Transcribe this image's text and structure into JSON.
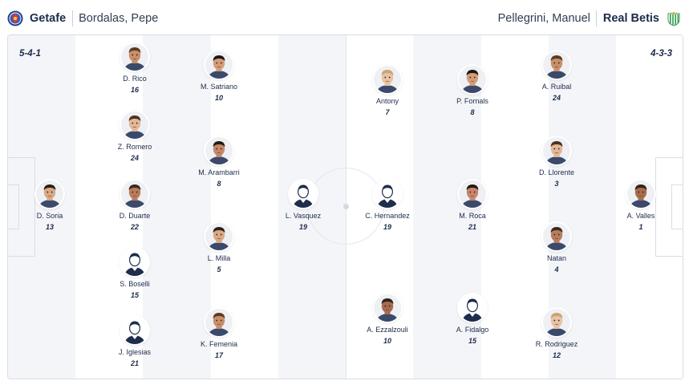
{
  "home": {
    "team": "Getafe",
    "coach": "Bordalas, Pepe",
    "formation": "5-4-1",
    "crest_icon": "getafe-crest-icon",
    "players": [
      {
        "name": "D. Soria",
        "number": "13",
        "avatar": "photo"
      },
      {
        "name": "D. Rico",
        "number": "16",
        "avatar": "photo"
      },
      {
        "name": "Z. Romero",
        "number": "24",
        "avatar": "photo"
      },
      {
        "name": "D. Duarte",
        "number": "22",
        "avatar": "photo"
      },
      {
        "name": "S. Boselli",
        "number": "15",
        "avatar": "silhouette"
      },
      {
        "name": "J. Iglesias",
        "number": "21",
        "avatar": "silhouette"
      },
      {
        "name": "M. Satriano",
        "number": "10",
        "avatar": "photo"
      },
      {
        "name": "M. Arambarri",
        "number": "8",
        "avatar": "photo"
      },
      {
        "name": "L. Milla",
        "number": "5",
        "avatar": "photo"
      },
      {
        "name": "K. Femenia",
        "number": "17",
        "avatar": "photo"
      },
      {
        "name": "L. Vasquez",
        "number": "19",
        "avatar": "silhouette"
      }
    ]
  },
  "away": {
    "team": "Real Betis",
    "coach": "Pellegrini, Manuel",
    "formation": "4-3-3",
    "crest_icon": "real-betis-crest-icon",
    "players": [
      {
        "name": "C. Hernandez",
        "number": "19",
        "avatar": "silhouette"
      },
      {
        "name": "Antony",
        "number": "7",
        "avatar": "photo"
      },
      {
        "name": "A. Ezzalzouli",
        "number": "10",
        "avatar": "photo"
      },
      {
        "name": "P. Fornals",
        "number": "8",
        "avatar": "photo"
      },
      {
        "name": "M. Roca",
        "number": "21",
        "avatar": "photo"
      },
      {
        "name": "A. Fidalgo",
        "number": "15",
        "avatar": "silhouette"
      },
      {
        "name": "A. Ruibal",
        "number": "24",
        "avatar": "photo"
      },
      {
        "name": "D. Llorente",
        "number": "3",
        "avatar": "photo"
      },
      {
        "name": "Natan",
        "number": "4",
        "avatar": "photo"
      },
      {
        "name": "R. Rodriguez",
        "number": "12",
        "avatar": "photo"
      },
      {
        "name": "A. Valles",
        "number": "1",
        "avatar": "photo"
      }
    ]
  }
}
